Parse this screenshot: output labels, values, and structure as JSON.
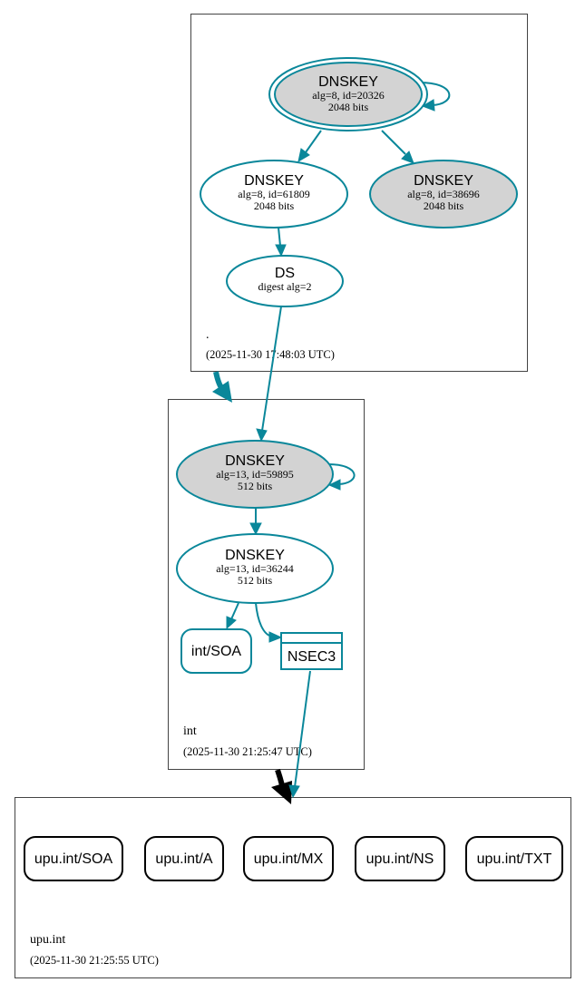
{
  "zones": {
    "root": {
      "name": ".",
      "timestamp": "(2025-11-30 17:48:03 UTC)"
    },
    "int": {
      "name": "int",
      "timestamp": "(2025-11-30 21:25:47 UTC)"
    },
    "upu": {
      "name": "upu.int",
      "timestamp": "(2025-11-30 21:25:55 UTC)"
    }
  },
  "nodes": {
    "root_ksk": {
      "title": "DNSKEY",
      "line1": "alg=8, id=20326",
      "line2": "2048 bits"
    },
    "root_zsk": {
      "title": "DNSKEY",
      "line1": "alg=8, id=61809",
      "line2": "2048 bits"
    },
    "root_zsk2": {
      "title": "DNSKEY",
      "line1": "alg=8, id=38696",
      "line2": "2048 bits"
    },
    "int_ds": {
      "title": "DS",
      "line1": "digest alg=2"
    },
    "int_ksk": {
      "title": "DNSKEY",
      "line1": "alg=13, id=59895",
      "line2": "512 bits"
    },
    "int_zsk": {
      "title": "DNSKEY",
      "line1": "alg=13, id=36244",
      "line2": "512 bits"
    },
    "int_soa": {
      "label": "int/SOA"
    },
    "int_nsec3": {
      "label": "NSEC3"
    }
  },
  "records": [
    {
      "label": "upu.int/SOA"
    },
    {
      "label": "upu.int/A"
    },
    {
      "label": "upu.int/MX"
    },
    {
      "label": "upu.int/NS"
    },
    {
      "label": "upu.int/TXT"
    }
  ],
  "colors": {
    "edge": "#0a879a",
    "node_fill_grey": "#d3d3d3",
    "delegation_bogus": "#000000"
  }
}
